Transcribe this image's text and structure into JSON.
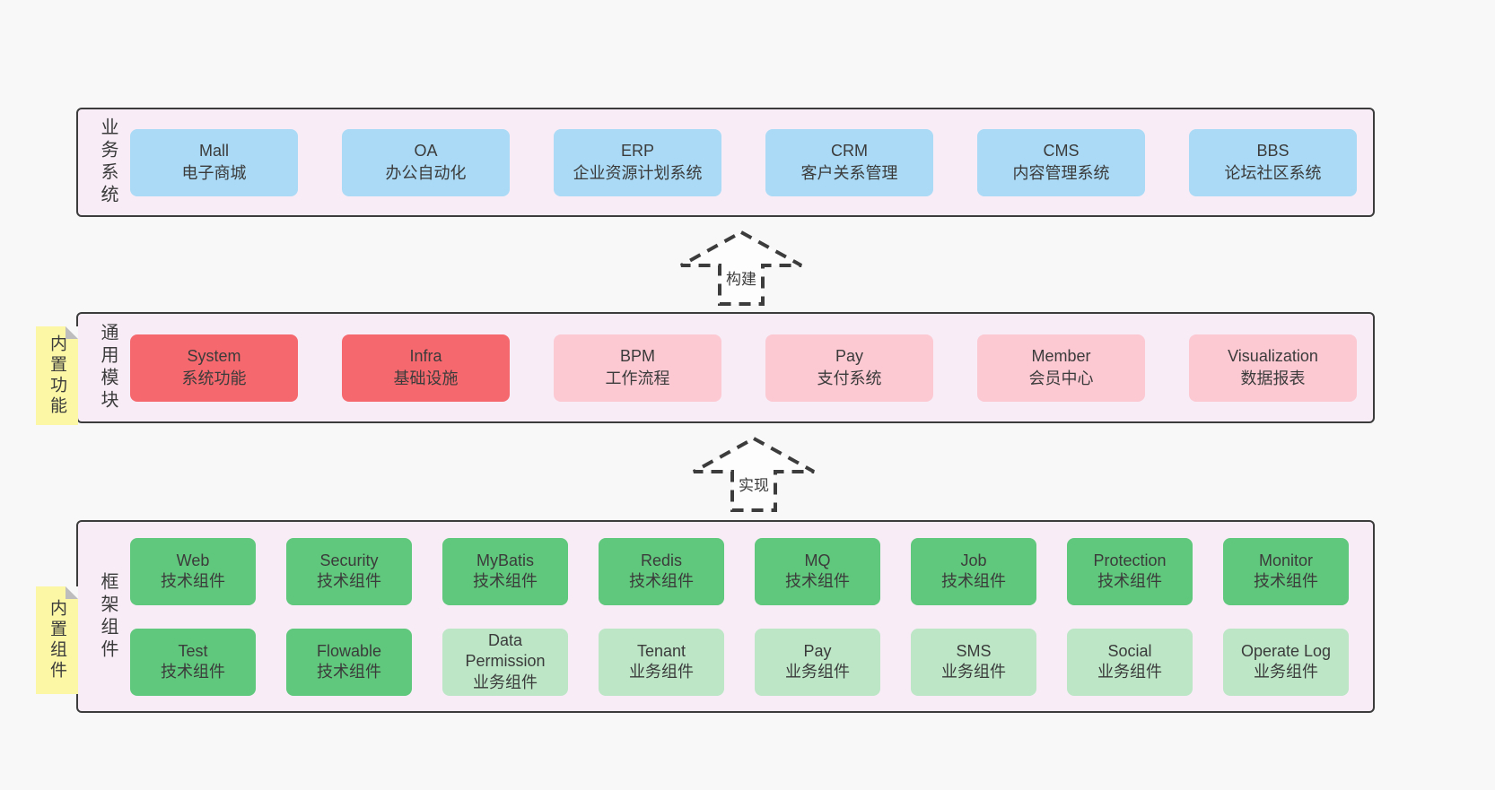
{
  "colors": {
    "page_bg": "#f8f8f8",
    "panel_bg": "#f8edf7",
    "panel_border": "#3c3c3c",
    "text": "#3b3b3b",
    "sticky_bg": "#fbf7a5",
    "sticky_fold": "#bdbdbd",
    "arrow_fill": "#fdfdfd",
    "box": {
      "blue": "#aadaf5",
      "red": "#f5696e",
      "pink": "#fcc9d3",
      "green": "#60c87c",
      "light_green": "#bce6c6"
    }
  },
  "sections": [
    {
      "label": "业务系统",
      "sticky": null,
      "boxes": [
        {
          "title": "Mall",
          "subtitle": "电子商城",
          "variant": "blue"
        },
        {
          "title": "OA",
          "subtitle": "办公自动化",
          "variant": "blue"
        },
        {
          "title": "ERP",
          "subtitle": "企业资源计划系统",
          "variant": "blue"
        },
        {
          "title": "CRM",
          "subtitle": "客户关系管理",
          "variant": "blue"
        },
        {
          "title": "CMS",
          "subtitle": "内容管理系统",
          "variant": "blue"
        },
        {
          "title": "BBS",
          "subtitle": "论坛社区系统",
          "variant": "blue"
        }
      ]
    },
    {
      "label": "通用模块",
      "sticky": "内置功能",
      "boxes": [
        {
          "title": "System",
          "subtitle": "系统功能",
          "variant": "red"
        },
        {
          "title": "Infra",
          "subtitle": "基础设施",
          "variant": "red"
        },
        {
          "title": "BPM",
          "subtitle": "工作流程",
          "variant": "pink"
        },
        {
          "title": "Pay",
          "subtitle": "支付系统",
          "variant": "pink"
        },
        {
          "title": "Member",
          "subtitle": "会员中心",
          "variant": "pink"
        },
        {
          "title": "Visualization",
          "subtitle": "数据报表",
          "variant": "pink"
        }
      ]
    },
    {
      "label": "框架组件",
      "sticky": "内置组件",
      "boxes": [
        {
          "title": "Web",
          "subtitle": "技术组件",
          "variant": "green"
        },
        {
          "title": "Security",
          "subtitle": "技术组件",
          "variant": "green"
        },
        {
          "title": "MyBatis",
          "subtitle": "技术组件",
          "variant": "green"
        },
        {
          "title": "Redis",
          "subtitle": "技术组件",
          "variant": "green"
        },
        {
          "title": "MQ",
          "subtitle": "技术组件",
          "variant": "green"
        },
        {
          "title": "Job",
          "subtitle": "技术组件",
          "variant": "green"
        },
        {
          "title": "Protection",
          "subtitle": "技术组件",
          "variant": "green"
        },
        {
          "title": "Monitor",
          "subtitle": "技术组件",
          "variant": "green"
        },
        {
          "title": "Test",
          "subtitle": "技术组件",
          "variant": "green"
        },
        {
          "title": "Flowable",
          "subtitle": "技术组件",
          "variant": "green"
        },
        {
          "title": "Data Permission",
          "subtitle": "业务组件",
          "variant": "light_green"
        },
        {
          "title": "Tenant",
          "subtitle": "业务组件",
          "variant": "light_green"
        },
        {
          "title": "Pay",
          "subtitle": "业务组件",
          "variant": "light_green"
        },
        {
          "title": "SMS",
          "subtitle": "业务组件",
          "variant": "light_green"
        },
        {
          "title": "Social",
          "subtitle": "业务组件",
          "variant": "light_green"
        },
        {
          "title": "Operate Log",
          "subtitle": "业务组件",
          "variant": "light_green"
        }
      ]
    }
  ],
  "arrows": [
    {
      "label": "构建"
    },
    {
      "label": "实现"
    }
  ]
}
